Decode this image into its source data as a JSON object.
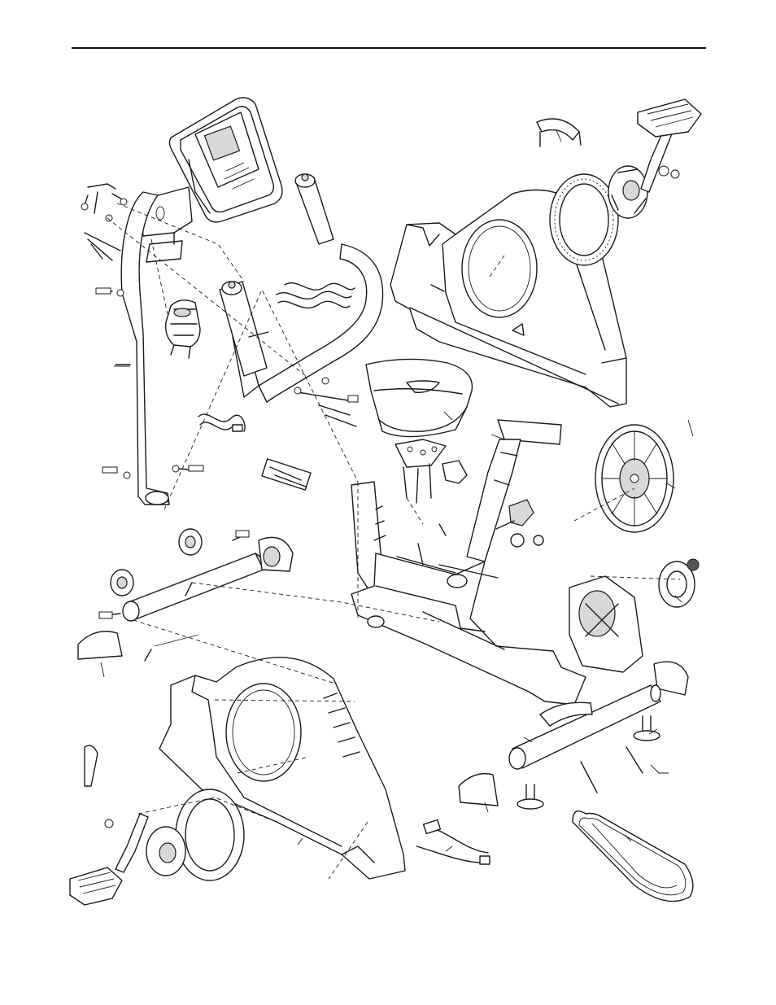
{
  "page": {
    "header_rule": true,
    "drawing_kind": "exploded-parts-view",
    "callout_numbers_printed": false
  },
  "colors": {
    "line": "#1a1a1a",
    "background": "#ffffff",
    "shade": "#d8d8d8"
  },
  "parts": [
    {
      "name": "console"
    },
    {
      "name": "console-bracket"
    },
    {
      "name": "handlebar-upright"
    },
    {
      "name": "handlebar"
    },
    {
      "name": "pulse-grip"
    },
    {
      "name": "water-bottle-holder"
    },
    {
      "name": "wire-harness"
    },
    {
      "name": "seat"
    },
    {
      "name": "seat-carriage"
    },
    {
      "name": "seat-post"
    },
    {
      "name": "adjustment-knob"
    },
    {
      "name": "frame"
    },
    {
      "name": "front-stabilizer"
    },
    {
      "name": "rear-stabilizer"
    },
    {
      "name": "stabilizer-endcap"
    },
    {
      "name": "wheel"
    },
    {
      "name": "leveling-foot"
    },
    {
      "name": "left-shield"
    },
    {
      "name": "right-shield"
    },
    {
      "name": "disc-cover"
    },
    {
      "name": "crank-arm"
    },
    {
      "name": "pedal"
    },
    {
      "name": "pedal-strap"
    },
    {
      "name": "pulley"
    },
    {
      "name": "flywheel-housing"
    },
    {
      "name": "drive-belt"
    },
    {
      "name": "bearing-cup"
    },
    {
      "name": "screw"
    },
    {
      "name": "nut"
    }
  ]
}
